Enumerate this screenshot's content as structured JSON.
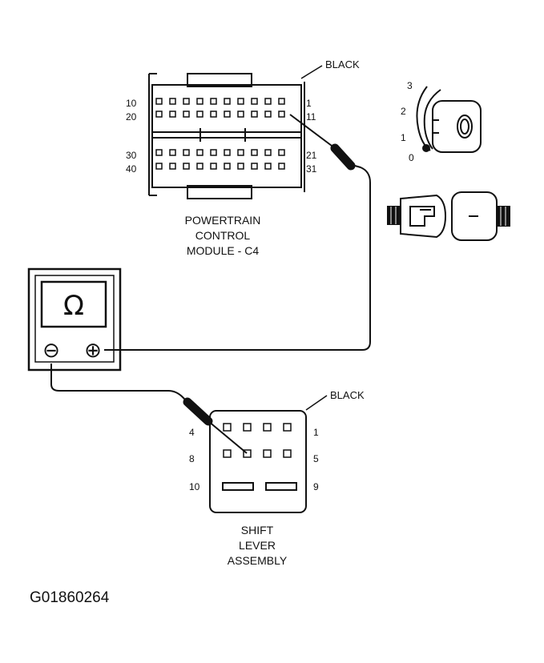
{
  "pcm": {
    "color_label": "BLACK",
    "title_lines": [
      "POWERTRAIN",
      "CONTROL",
      "MODULE - C4"
    ],
    "pin_labels": {
      "left_top": "10",
      "left_second": "20",
      "left_third": "30",
      "left_bottom": "40",
      "right_top": "1",
      "right_second": "11",
      "right_third": "21",
      "right_bottom": "31"
    }
  },
  "ignition": {
    "positions": [
      "3",
      "2",
      "1",
      "0"
    ]
  },
  "meter": {
    "symbol": "Ω",
    "neg": "⊖",
    "pos": "⊕"
  },
  "shift": {
    "color_label": "BLACK",
    "title_lines": [
      "SHIFT",
      "LEVER",
      "ASSEMBLY"
    ],
    "pin_labels": {
      "r1_left": "4",
      "r1_right": "1",
      "r2_left": "8",
      "r2_right": "5",
      "r3_left": "10",
      "r3_right": "9"
    }
  },
  "figure_id": "G01860264",
  "colors": {
    "ink": "#111111",
    "background": "#ffffff"
  }
}
